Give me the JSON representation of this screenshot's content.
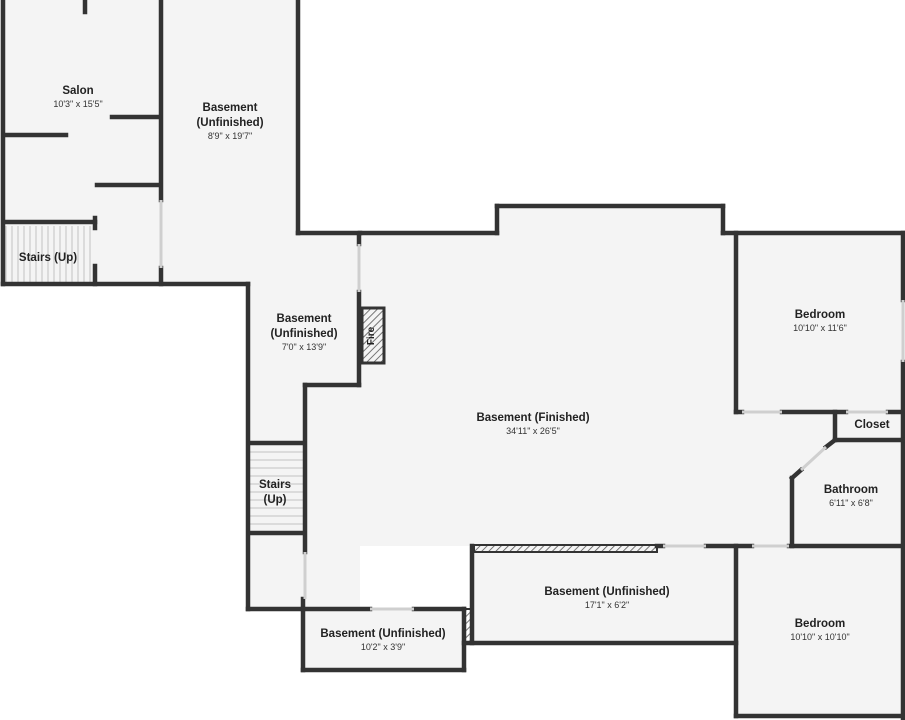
{
  "colors": {
    "wall": "#333333",
    "floor": "#f4f4f4",
    "background": "#ffffff",
    "opening": "#d6d6d6"
  },
  "rooms": {
    "salon": {
      "name": "Salon",
      "dims": "10'3\" x 15'5\""
    },
    "basement_unfinished_top": {
      "name_line1": "Basement",
      "name_line2": "(Unfinished)",
      "dims": "8'9\" x 19'7\""
    },
    "basement_unfinished_mid": {
      "name_line1": "Basement",
      "name_line2": "(Unfinished)",
      "dims": "7'0\" x 13'9\""
    },
    "basement_finished": {
      "name": "Basement (Finished)",
      "dims": "34'11\" x 26'5\""
    },
    "bedroom_upper": {
      "name": "Bedroom",
      "dims": "10'10\" x 11'6\""
    },
    "closet": {
      "name": "Closet"
    },
    "bathroom": {
      "name": "Bathroom",
      "dims": "6'11\" x 6'8\""
    },
    "basement_unfinished_lower": {
      "name": "Basement (Unfinished)",
      "dims": "17'1\" x 6'2\""
    },
    "basement_unfinished_small": {
      "name": "Basement (Unfinished)",
      "dims": "10'2\" x 3'9\""
    },
    "bedroom_lower": {
      "name": "Bedroom",
      "dims": "10'10\" x 10'10\""
    }
  },
  "stairs": {
    "upper": {
      "label": "Stairs (Up)"
    },
    "lower": {
      "label_line1": "Stairs",
      "label_line2": "(Up)"
    }
  },
  "fireplace": {
    "label": "Fire"
  }
}
